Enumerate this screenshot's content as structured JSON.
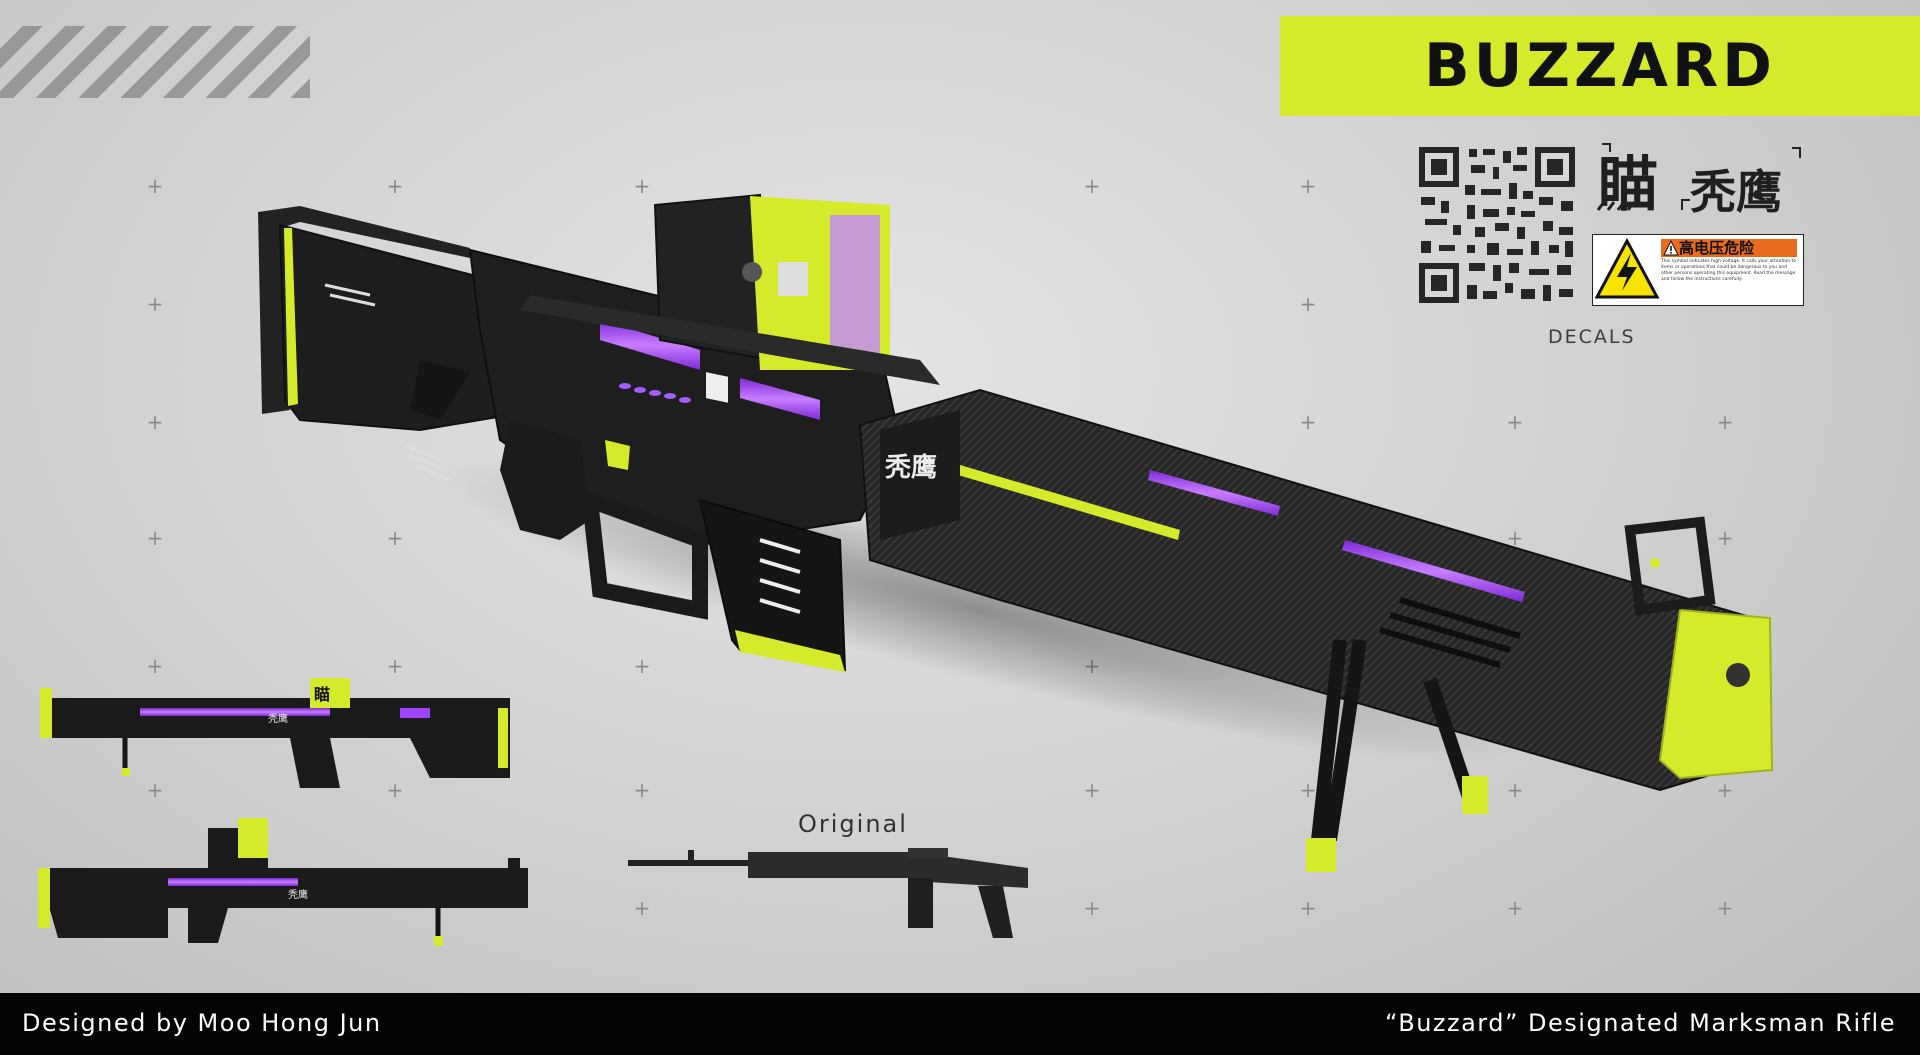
{
  "title": "BUZZARD",
  "decals": {
    "label": "DECALS",
    "glyph_cat": "瞄",
    "glyph_bird": "秃鹰",
    "warning_title": "高电压危险",
    "warning_body": "This symbol indicates high voltage. It calls your attention to items or operations that could be dangerous to you and other persons operating this equipment. Read the message and follow the instructions carefully."
  },
  "rifle": {
    "side_glyph": "秃鹰",
    "small_glyph": "瞄",
    "small_glyph_2": "秃鹰"
  },
  "original_label": "Original",
  "footer": {
    "designer": "Designed by Moo Hong Jun",
    "subtitle": "“Buzzard” Designated Marksman Rifle"
  },
  "colors": {
    "accent": "#d4ea2a",
    "purple_glow": "#a044ff",
    "body": "#1c1c1c",
    "footer_bg": "#040404"
  }
}
